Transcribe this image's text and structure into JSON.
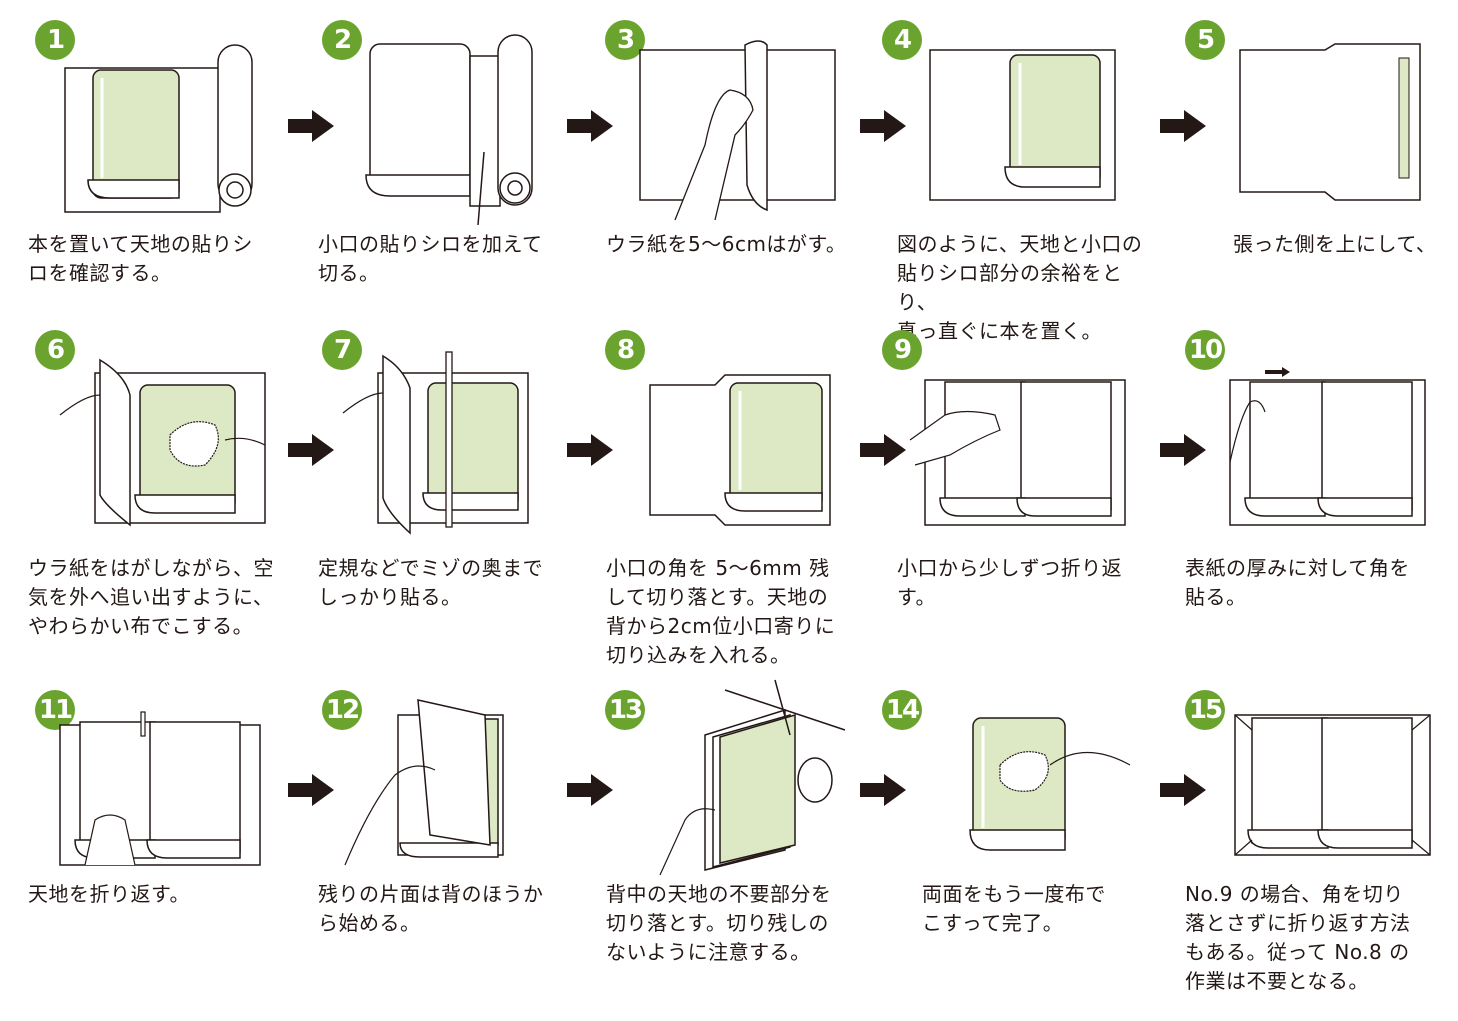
{
  "colors": {
    "badge": "#6aa42f",
    "cover": "#dde8c4",
    "stroke": "#231815",
    "arrow": "#231815"
  },
  "steps": [
    {
      "num": "1",
      "caption": "本を置いて天地の貼りシ\nロを確認する。"
    },
    {
      "num": "2",
      "caption": "小口の貼りシロを加えて\n切る。"
    },
    {
      "num": "3",
      "caption": "ウラ紙を5〜6cmはがす。"
    },
    {
      "num": "4",
      "caption": "図のように、天地と小口の\n貼りシロ部分の余裕をとり、\n真っ直ぐに本を置く。"
    },
    {
      "num": "5",
      "caption": "張った側を上にして、"
    },
    {
      "num": "6",
      "caption": "ウラ紙をはがしながら、空\n気を外へ追い出すように、\nやわらかい布でこする。"
    },
    {
      "num": "7",
      "caption": "定規などでミゾの奥まで\nしっかり貼る。"
    },
    {
      "num": "8",
      "caption": "小口の角を 5〜6mm 残\nして切り落とす。天地の\n背から2cm位小口寄りに\n切り込みを入れる。"
    },
    {
      "num": "9",
      "caption": "小口から少しずつ折り返\nす。"
    },
    {
      "num": "10",
      "caption": "表紙の厚みに対して角を\n貼る。"
    },
    {
      "num": "11",
      "caption": "天地を折り返す。"
    },
    {
      "num": "12",
      "caption": "残りの片面は背のほうか\nら始める。"
    },
    {
      "num": "13",
      "caption": "背中の天地の不要部分を\n切り落とす。切り残しの\nないように注意する。"
    },
    {
      "num": "14",
      "caption": "両面をもう一度布で\nこすって完了。"
    },
    {
      "num": "15",
      "caption": "No.9 の場合、角を切り\n落とさずに折り返す方法\nもある。従って No.8 の\n作業は不要となる。"
    }
  ]
}
